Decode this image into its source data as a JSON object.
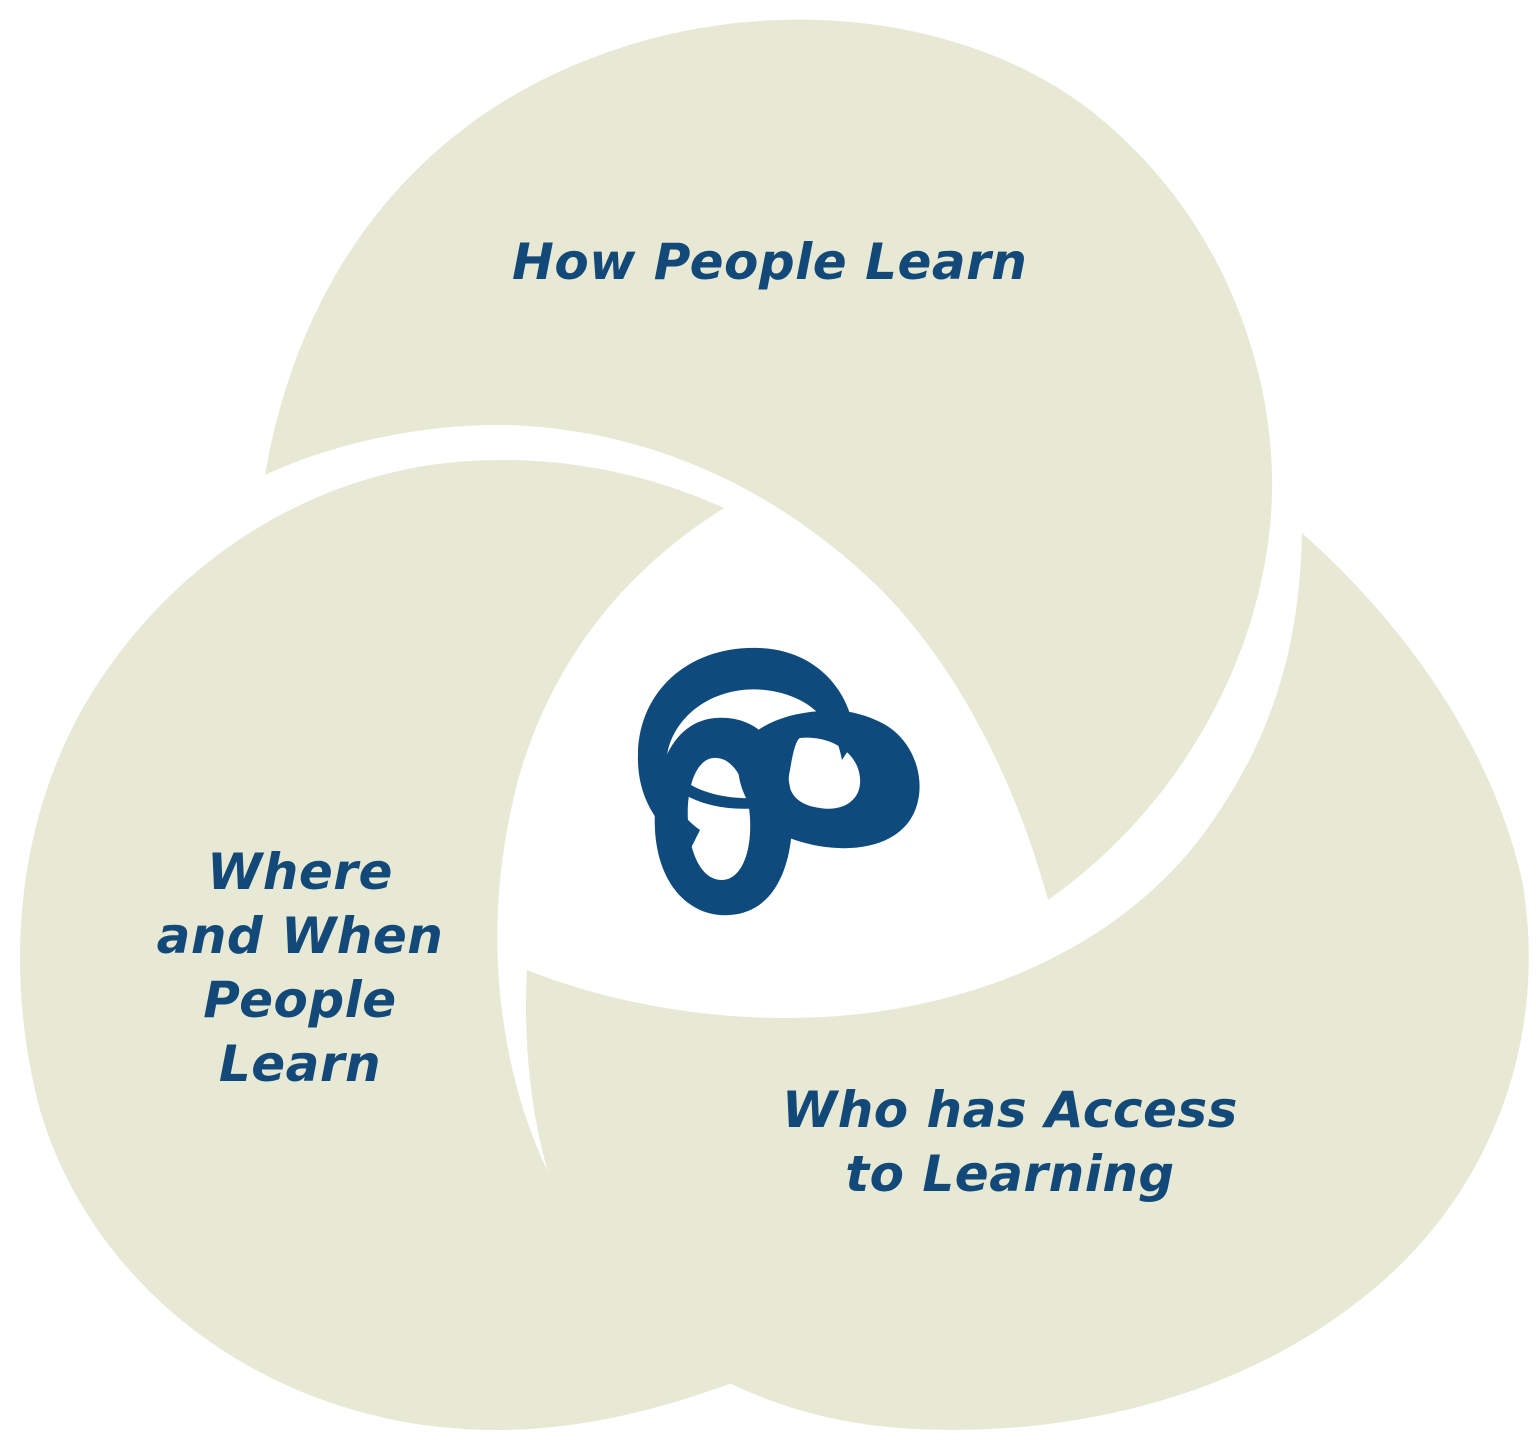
{
  "diagram": {
    "segments": [
      {
        "id": "top",
        "label": "How People Learn"
      },
      {
        "id": "left",
        "label": "Where\nand When\nPeople\nLearn"
      },
      {
        "id": "right",
        "label": "Who has Access\nto Learning"
      }
    ],
    "center_icon": "interlocking-rings-logo-icon"
  },
  "colors": {
    "background": "#ffffff",
    "petal_fill": "#e8e9d5",
    "text": "#124978",
    "logo": "#0f4a7c"
  }
}
